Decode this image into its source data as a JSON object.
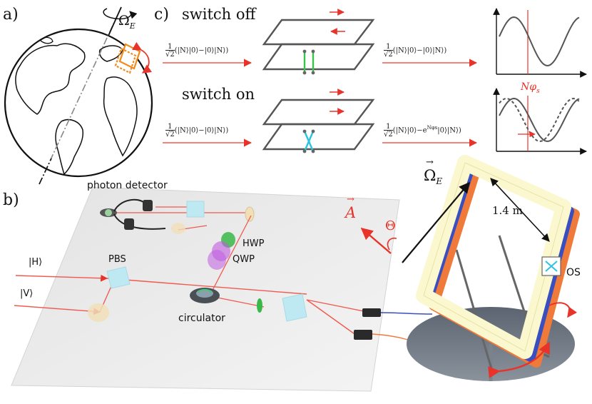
{
  "panels": {
    "a": {
      "label": "a)",
      "omega_symbol": "Ω",
      "omega_sub": "E"
    },
    "b": {
      "label": "b)"
    },
    "c": {
      "label": "c)"
    }
  },
  "panel_c": {
    "switch_off": "switch off",
    "switch_on": "switch on",
    "eq_frac": "1",
    "eq_sqrt": "√2",
    "state_in": "(|N⟩|0⟩−|0⟩|N⟩)",
    "state_out_off": "(|N⟩|0⟩−|0⟩|N⟩)",
    "state_out_on_a": "(|N⟩|0⟩−e",
    "state_out_on_sup": "Nφs",
    "state_out_on_b": "|0⟩|N⟩)",
    "phase_label": "Nφ",
    "phase_sub": "s"
  },
  "panel_b": {
    "photon_detector": "photon detector",
    "hwp": "HWP",
    "qwp": "QWP",
    "pbs": "PBS",
    "h_state": "|H⟩",
    "v_state": "|V⟩",
    "circulator": "circulator",
    "omega_vec": "Ω",
    "omega_vec_sub": "E",
    "a_vec": "A",
    "theta": "Θ",
    "size_label": "1.4 m",
    "os_label": "OS"
  },
  "colors": {
    "red": "#e8332a",
    "beam": "#f05a50",
    "orange": "#f08a1c",
    "green": "#3ac24a",
    "cyan": "#29c4e0",
    "gray_frame": "#555555",
    "loop_frame": "#fbf8cf",
    "coil_blue": "#3a4fbf",
    "coil_orange": "#ef7a3a"
  }
}
